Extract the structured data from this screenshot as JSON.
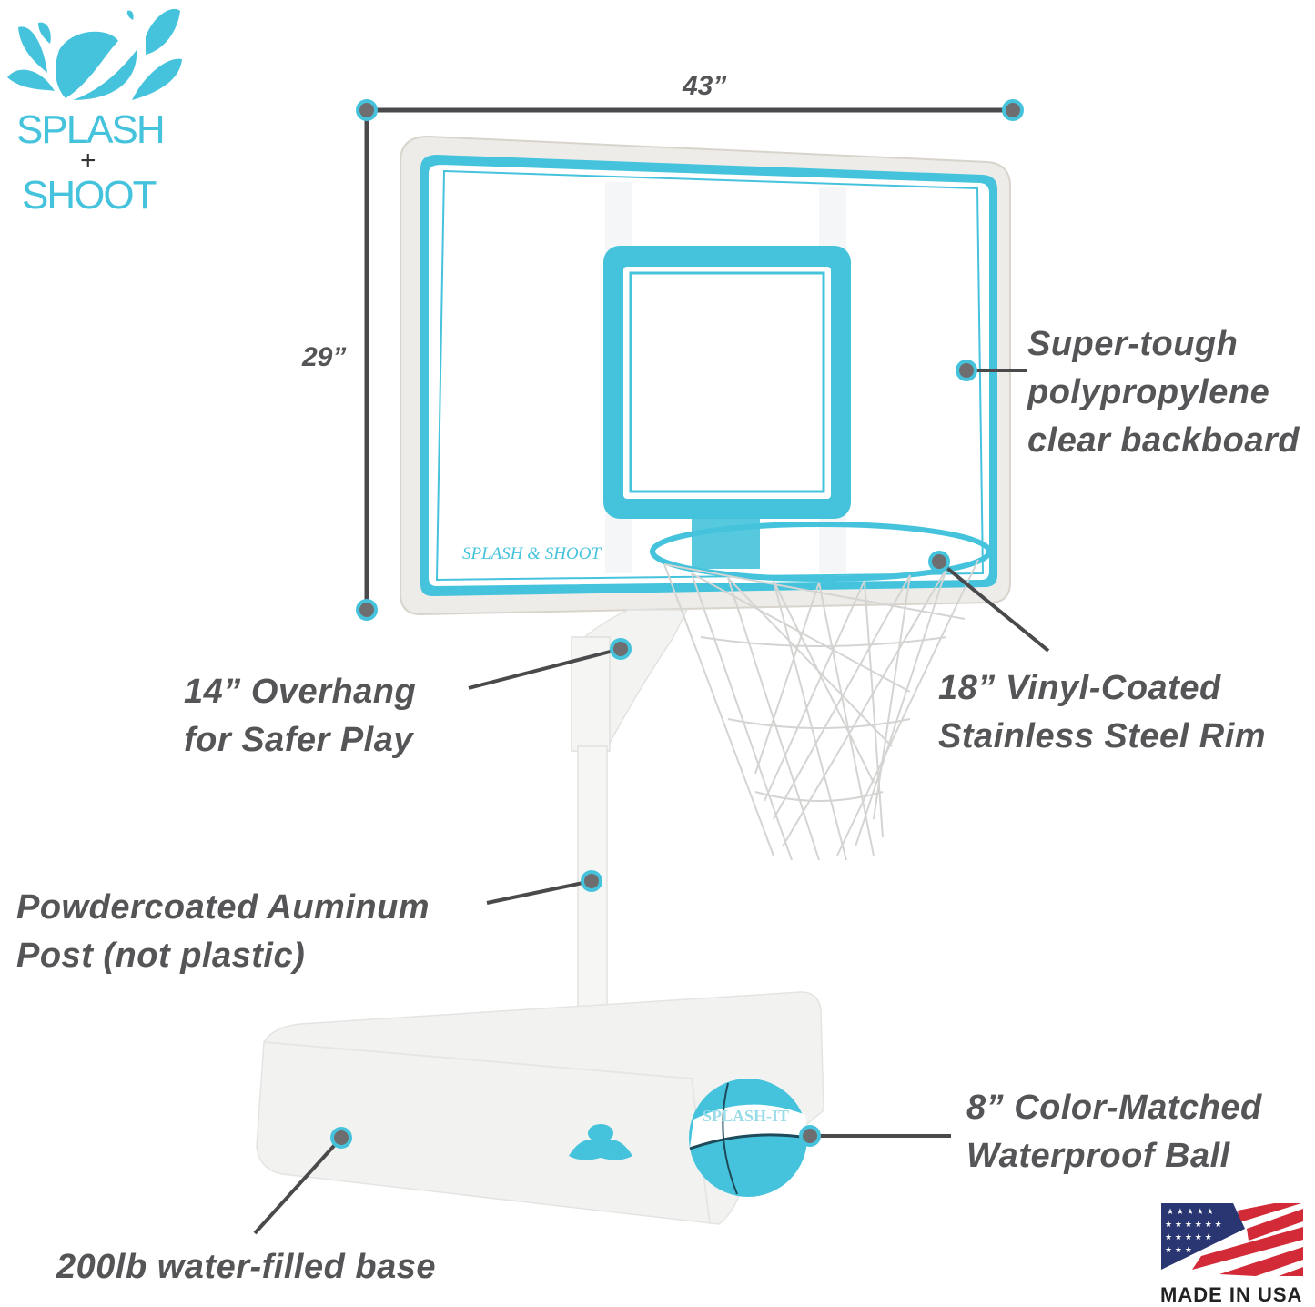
{
  "brand": {
    "logo_line1": "SPLASH",
    "logo_plus": "+",
    "logo_line2": "SHOOT",
    "backboard_text": "SPLASH & SHOOT",
    "ball_text": "SPLASH-IT"
  },
  "dimensions": {
    "width": "43”",
    "height": "29”"
  },
  "callouts": {
    "backboard": [
      "Super-tough",
      "polypropylene",
      "clear backboard"
    ],
    "overhang": [
      "14” Overhang",
      "for Safer Play"
    ],
    "rim": [
      "18” Vinyl-Coated",
      "Stainless Steel Rim"
    ],
    "post": [
      "Powdercoated Auminum",
      "Post (not plastic)"
    ],
    "ball": [
      "8” Color-Matched",
      "Waterproof Ball"
    ],
    "base": [
      "200lb water-filled base"
    ]
  },
  "badge": {
    "made_in": "MADE IN USA"
  },
  "colors": {
    "teal": "#45c3dc",
    "text_gray": "#555558",
    "marker_gray": "#6e6e70",
    "line_gray": "#4a4a4c"
  }
}
